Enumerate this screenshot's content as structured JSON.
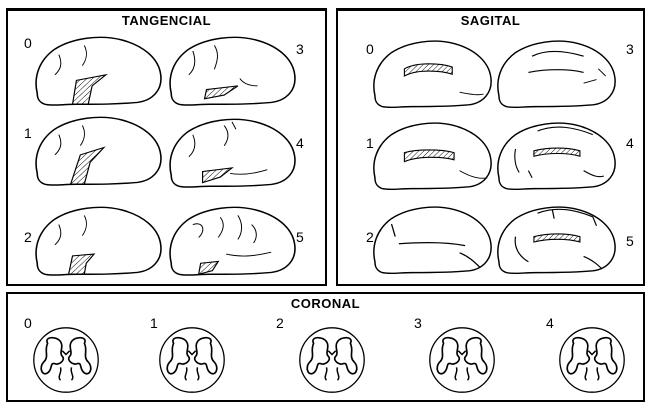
{
  "panels": {
    "tangencial": {
      "title": "TANGENCIAL",
      "labels": [
        "0",
        "1",
        "2",
        "3",
        "4",
        "5"
      ]
    },
    "sagital": {
      "title": "SAGITAL",
      "labels": [
        "0",
        "1",
        "2",
        "3",
        "4",
        "5"
      ]
    },
    "coronal": {
      "title": "CORONAL",
      "labels": [
        "0",
        "1",
        "2",
        "3",
        "4"
      ]
    }
  }
}
